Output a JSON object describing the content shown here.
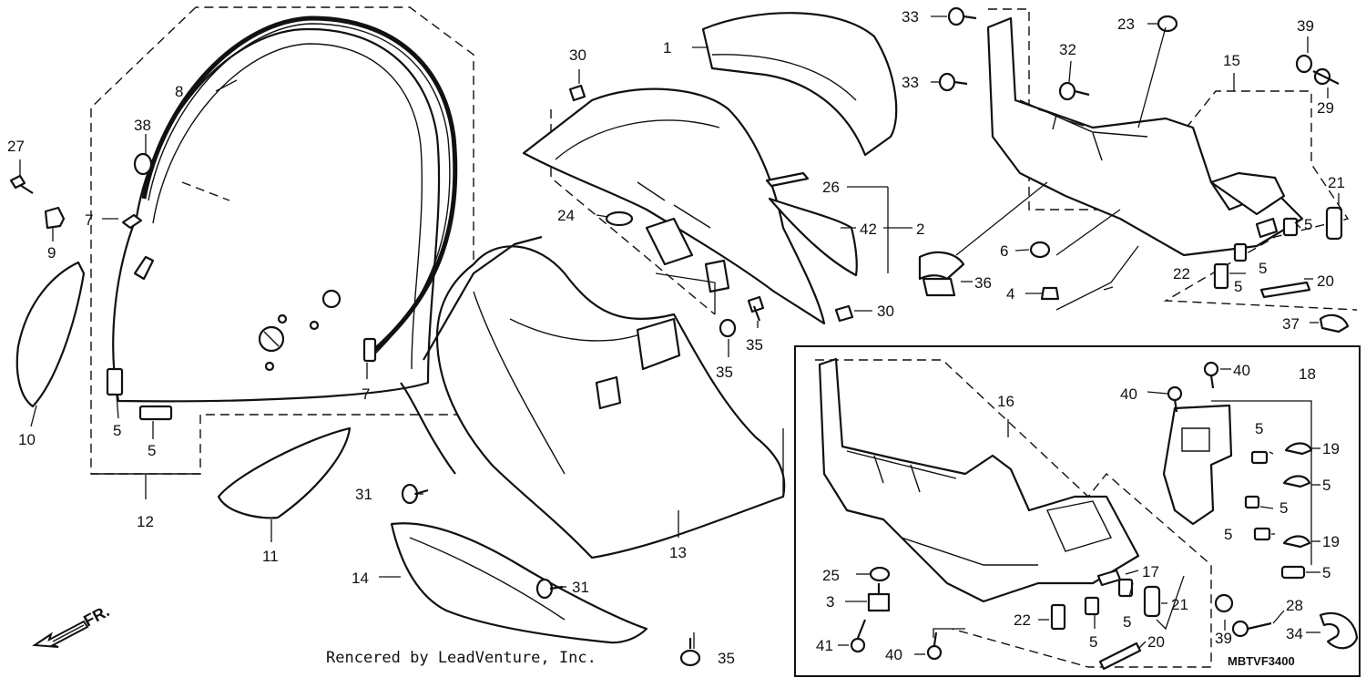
{
  "diagram": {
    "footer_credit": "Rencered by LeadVenture, Inc.",
    "figure_code": "MBTVF3400",
    "direction_mark": "FR.",
    "callouts": [
      {
        "id": "c1",
        "text": "1"
      },
      {
        "id": "c2",
        "text": "2"
      },
      {
        "id": "c3a",
        "text": "3"
      },
      {
        "id": "c4",
        "text": "4"
      },
      {
        "id": "c5a",
        "text": "5"
      },
      {
        "id": "c5b",
        "text": "5"
      },
      {
        "id": "c5c",
        "text": "5"
      },
      {
        "id": "c5d",
        "text": "5"
      },
      {
        "id": "c5e",
        "text": "5"
      },
      {
        "id": "c5f",
        "text": "5"
      },
      {
        "id": "c5g",
        "text": "5"
      },
      {
        "id": "c5h",
        "text": "5"
      },
      {
        "id": "c5i",
        "text": "5"
      },
      {
        "id": "c5j",
        "text": "5"
      },
      {
        "id": "c5k",
        "text": "5"
      },
      {
        "id": "c5l",
        "text": "5"
      },
      {
        "id": "c6",
        "text": "6"
      },
      {
        "id": "c7a",
        "text": "7"
      },
      {
        "id": "c7b",
        "text": "7"
      },
      {
        "id": "c8",
        "text": "8"
      },
      {
        "id": "c9",
        "text": "9"
      },
      {
        "id": "c10",
        "text": "10"
      },
      {
        "id": "c11",
        "text": "11"
      },
      {
        "id": "c12",
        "text": "12"
      },
      {
        "id": "c13",
        "text": "13"
      },
      {
        "id": "c14",
        "text": "14"
      },
      {
        "id": "c15",
        "text": "15"
      },
      {
        "id": "c16",
        "text": "16"
      },
      {
        "id": "c17",
        "text": "17"
      },
      {
        "id": "c18",
        "text": "18"
      },
      {
        "id": "c19a",
        "text": "19"
      },
      {
        "id": "c19b",
        "text": "19"
      },
      {
        "id": "c20a",
        "text": "20"
      },
      {
        "id": "c20b",
        "text": "20"
      },
      {
        "id": "c21a",
        "text": "21"
      },
      {
        "id": "c21b",
        "text": "21"
      },
      {
        "id": "c22a",
        "text": "22"
      },
      {
        "id": "c22b",
        "text": "22"
      },
      {
        "id": "c23",
        "text": "23"
      },
      {
        "id": "c24",
        "text": "24"
      },
      {
        "id": "c25",
        "text": "25"
      },
      {
        "id": "c26",
        "text": "26"
      },
      {
        "id": "c27",
        "text": "27"
      },
      {
        "id": "c28",
        "text": "28"
      },
      {
        "id": "c29",
        "text": "29"
      },
      {
        "id": "c30a",
        "text": "30"
      },
      {
        "id": "c30b",
        "text": "30"
      },
      {
        "id": "c31a",
        "text": "31"
      },
      {
        "id": "c31b",
        "text": "31"
      },
      {
        "id": "c32",
        "text": "32"
      },
      {
        "id": "c33a",
        "text": "33"
      },
      {
        "id": "c33b",
        "text": "33"
      },
      {
        "id": "c34",
        "text": "34"
      },
      {
        "id": "c35a",
        "text": "35"
      },
      {
        "id": "c35b",
        "text": "35"
      },
      {
        "id": "c35c",
        "text": "35"
      },
      {
        "id": "c36",
        "text": "36"
      },
      {
        "id": "c37",
        "text": "37"
      },
      {
        "id": "c38",
        "text": "38"
      },
      {
        "id": "c39a",
        "text": "39"
      },
      {
        "id": "c39b",
        "text": "39"
      },
      {
        "id": "c40a",
        "text": "40"
      },
      {
        "id": "c40b",
        "text": "40"
      },
      {
        "id": "c40c",
        "text": "40"
      },
      {
        "id": "c41",
        "text": "41"
      },
      {
        "id": "c42",
        "text": "42"
      }
    ]
  }
}
